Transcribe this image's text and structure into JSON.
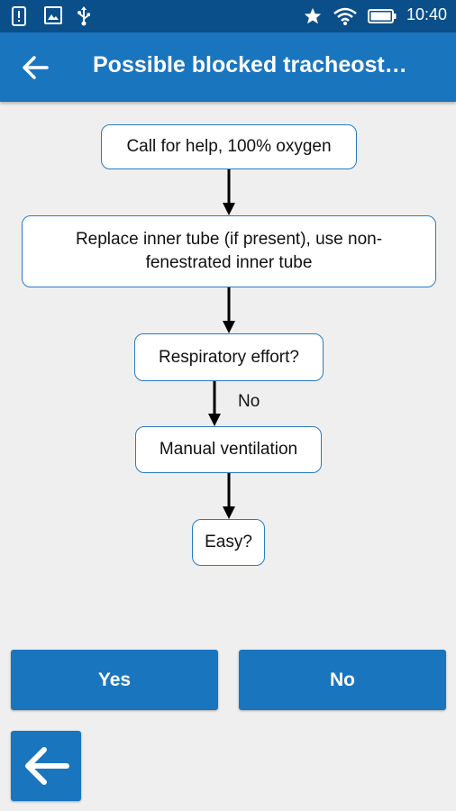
{
  "status_bar": {
    "time": "10:40",
    "icons": [
      "sim-alert-icon",
      "image-icon",
      "usb-icon",
      "star-icon",
      "wifi-icon",
      "battery-icon"
    ]
  },
  "app_bar": {
    "title": "Possible blocked tracheost…",
    "back_icon": "arrow-left-icon"
  },
  "flowchart": {
    "nodes": {
      "call_help": "Call for help, 100% oxygen",
      "replace_tube_line1": "Replace inner tube (if present), use non-",
      "replace_tube_line2": "fenestrated inner tube",
      "respiratory_effort": "Respiratory effort?",
      "manual_ventilation": "Manual ventilation",
      "easy": "Easy?"
    },
    "edge_labels": {
      "no": "No"
    }
  },
  "answers": {
    "yes_label": "Yes",
    "no_label": "No"
  },
  "colors": {
    "status_bar": "#0a4f8a",
    "app_bar": "#1a75bf",
    "button": "#1a75bf",
    "node_border": "#2a7bc0",
    "background": "#efefef"
  }
}
